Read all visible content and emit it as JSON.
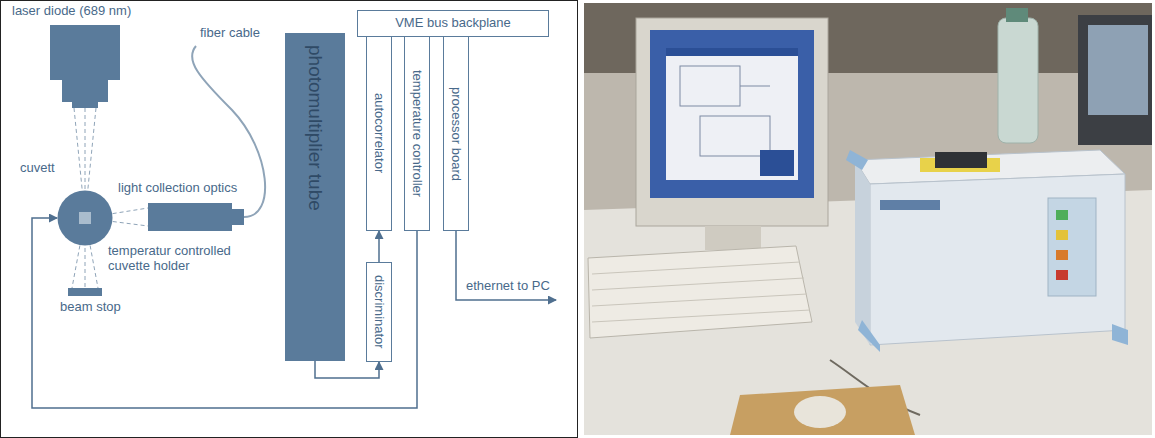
{
  "diagram": {
    "nodes": [
      {
        "text": [
          "laser diode (689 nm)"
        ]
      },
      {
        "text": [
          "cuvett",
          "temperatur controlled cuvette holder"
        ]
      },
      {
        "text": [
          "light collection optics"
        ]
      },
      {
        "text": [
          "beam stop"
        ]
      },
      {
        "text": [
          "photomultiplier tube"
        ]
      },
      {
        "text": [
          "VME bus backplane"
        ]
      },
      {
        "text": [
          "autocorrelator"
        ]
      },
      {
        "text": [
          "temperature controller"
        ]
      },
      {
        "text": [
          "processor board"
        ]
      },
      {
        "text": [
          "discriminator"
        ]
      }
    ],
    "edges": [
      {
        "from": 4,
        "to": 9,
        "arrow": "to"
      },
      {
        "from": 9,
        "to": 6,
        "arrow": "to"
      },
      {
        "from": 7,
        "to": 1,
        "arrow": "to"
      }
    ],
    "labels": [
      "fiber cable",
      "ethernet to PC"
    ]
  }
}
